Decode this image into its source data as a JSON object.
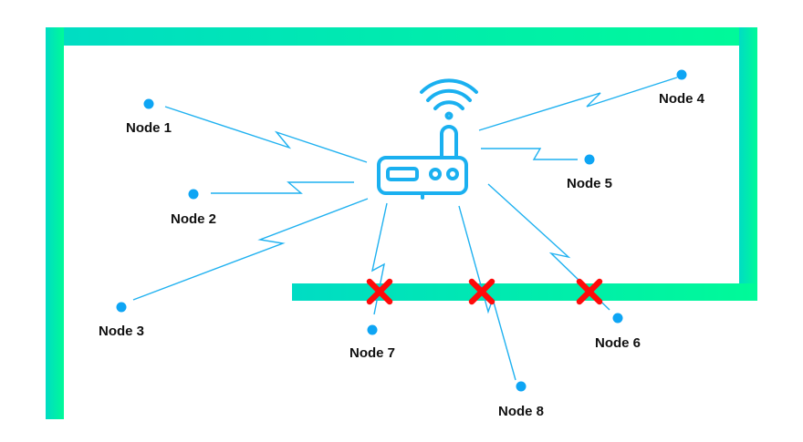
{
  "diagram": {
    "title": "Wireless router with node connections through walls",
    "colors": {
      "wall_start": "#00dcc4",
      "wall_end": "#00fa98",
      "link": "#1fb1f0",
      "node": "#0ea5f4",
      "router": "#1ab0f0",
      "blocked": "#ff0a0a",
      "label": "#111111"
    },
    "router": {
      "name": "Wi-Fi Router",
      "icon": "wifi-router-icon"
    },
    "nodes": [
      {
        "id": "node-1",
        "label": "Node 1",
        "blocked": false
      },
      {
        "id": "node-2",
        "label": "Node 2",
        "blocked": false
      },
      {
        "id": "node-3",
        "label": "Node 3",
        "blocked": false
      },
      {
        "id": "node-4",
        "label": "Node 4",
        "blocked": false
      },
      {
        "id": "node-5",
        "label": "Node 5",
        "blocked": false
      },
      {
        "id": "node-6",
        "label": "Node 6",
        "blocked": true
      },
      {
        "id": "node-7",
        "label": "Node 7",
        "blocked": true
      },
      {
        "id": "node-8",
        "label": "Node 8",
        "blocked": true
      }
    ],
    "blocked_marker": "cross-icon"
  }
}
